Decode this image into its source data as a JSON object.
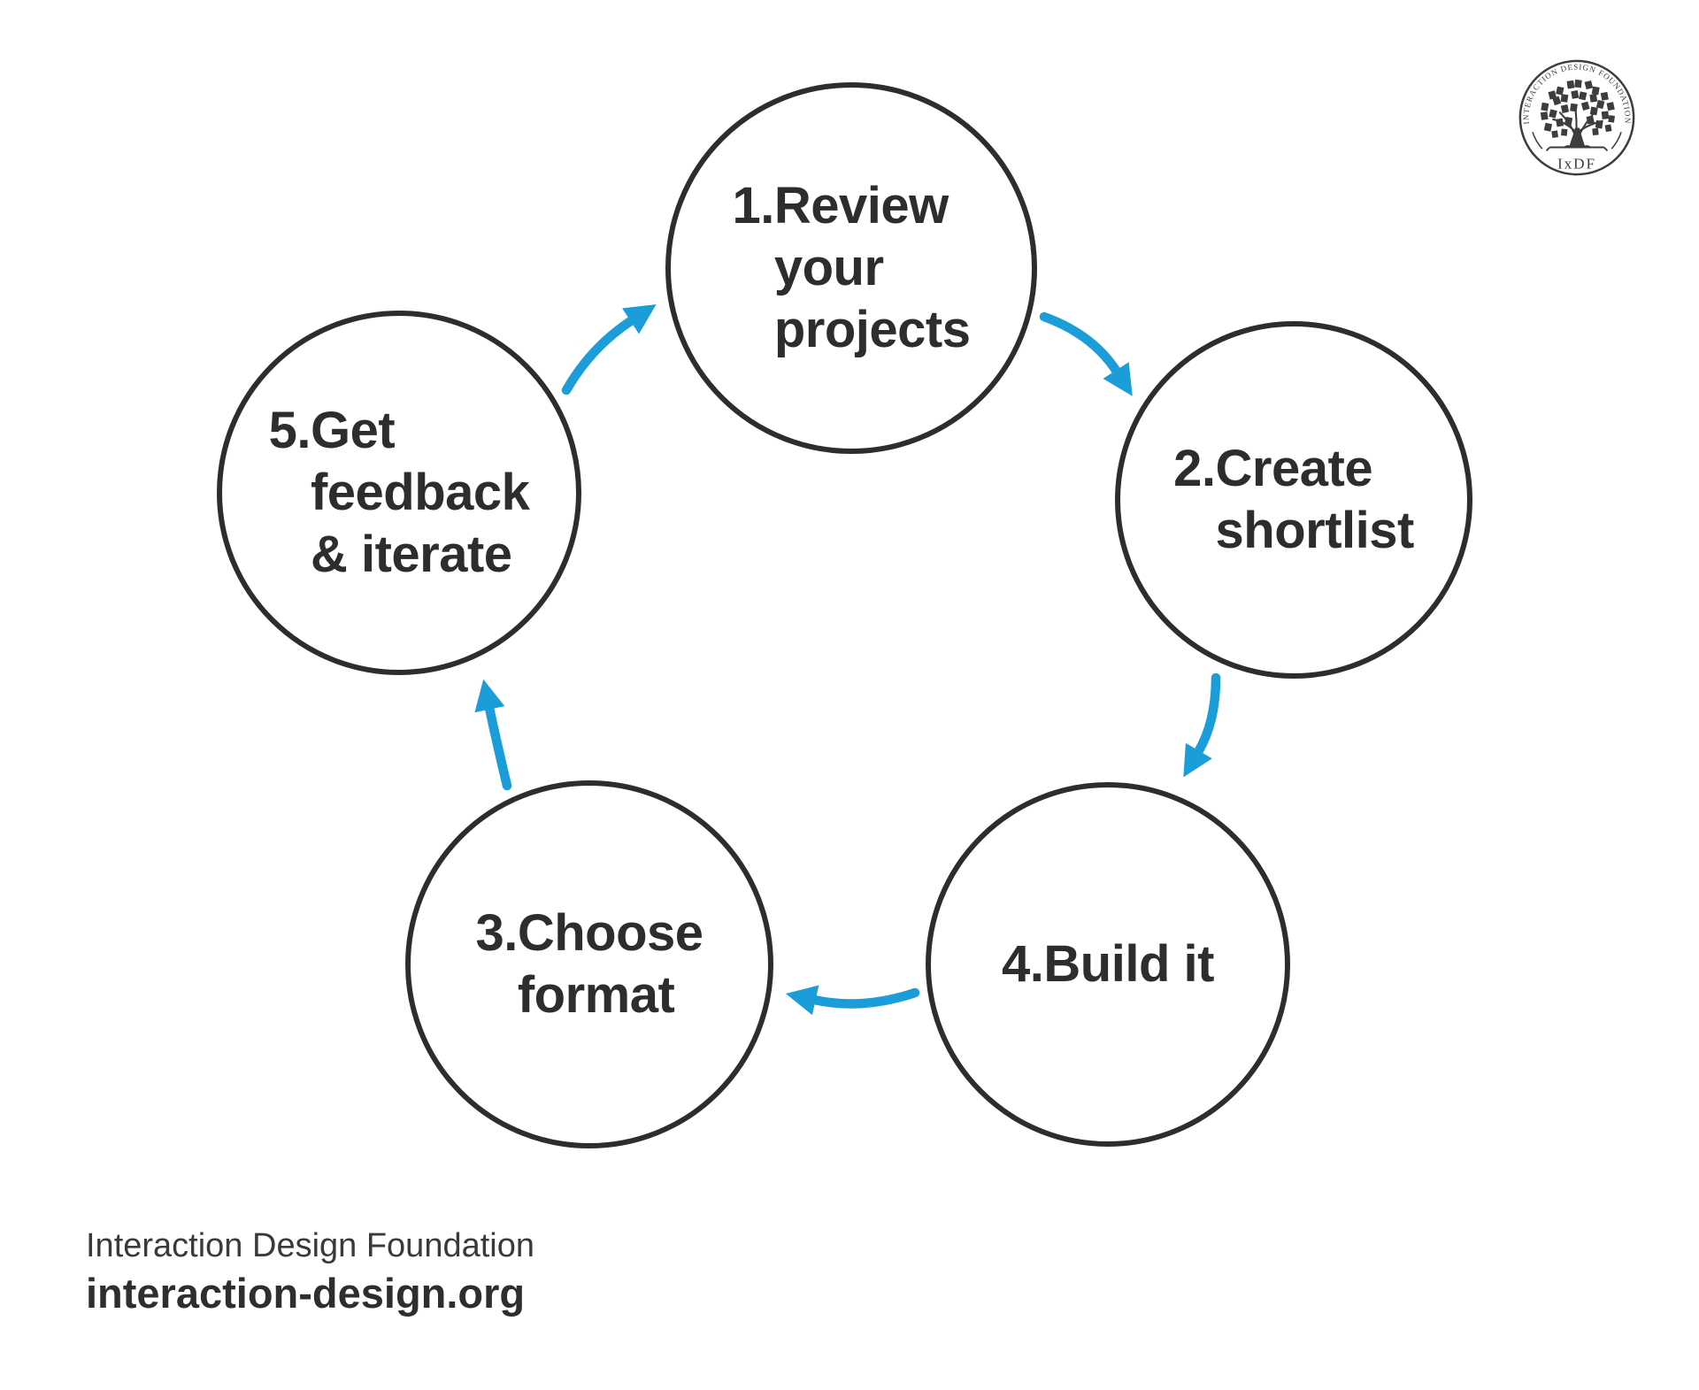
{
  "colors": {
    "background": "#ffffff",
    "ink": "#2d2d2d",
    "step_text": "#2d2d2d",
    "arrow": "#1b9dd9",
    "logo_ink": "#3d3d3d",
    "footer_text": "#3a3a3a",
    "footer_bold": "#2e2e2e"
  },
  "steps": [
    {
      "number": "1.",
      "lines": [
        "Review",
        "your",
        "projects"
      ]
    },
    {
      "number": "2.",
      "lines": [
        "Create",
        "shortlist"
      ]
    },
    {
      "number": "3.",
      "lines": [
        "Choose",
        "format"
      ]
    },
    {
      "number": "4.",
      "lines": [
        "Build it"
      ]
    },
    {
      "number": "5.",
      "lines": [
        "Get",
        "feedback",
        "& iterate"
      ]
    }
  ],
  "logo": {
    "ring_text": "INTERACTION DESIGN FOUNDATION",
    "monogram": "IxDF"
  },
  "footer": {
    "org": "Interaction Design Foundation",
    "url": "interaction-design.org"
  }
}
